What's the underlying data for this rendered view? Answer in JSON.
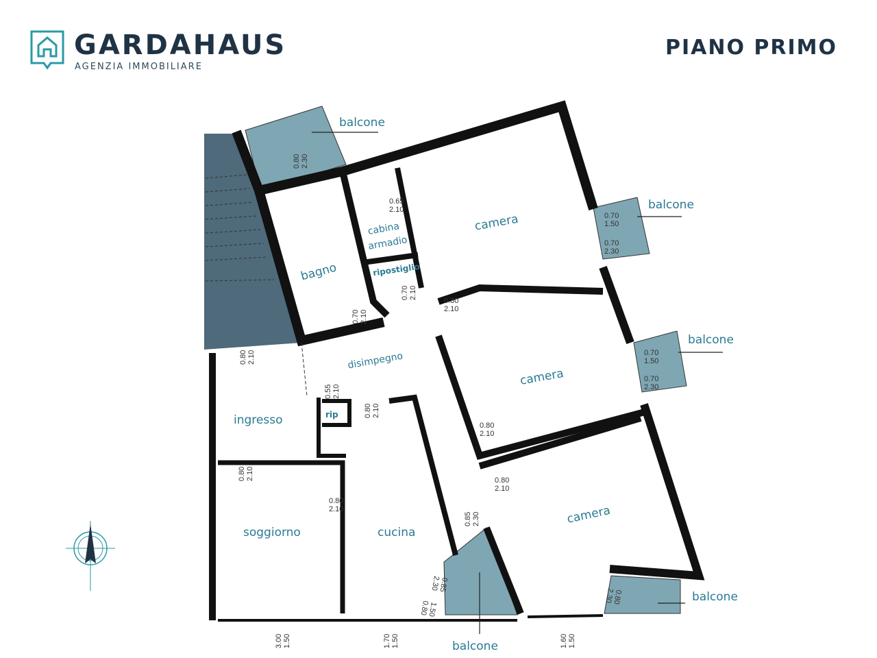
{
  "header": {
    "brand": "GARDAHAUS",
    "tagline": "AGENZIA IMMOBILIARE",
    "floor_title": "PIANO PRIMO"
  },
  "colors": {
    "brand_dark": "#1f3345",
    "accent": "#2a9aa6",
    "balcony": "#7fa6b3",
    "stairs": "#4f6a7a",
    "room_label": "#2a7a94"
  },
  "rooms": {
    "balcone": "balcone",
    "bagno": "bagno",
    "cabina": "cabina",
    "armadio": "armadio",
    "ripostiglio": "ripostiglio",
    "camera": "camera",
    "disimpegno": "disimpegno",
    "ingresso": "ingresso",
    "rip": "rip",
    "soggiorno": "soggiorno",
    "cucina": "cucina"
  },
  "dims": {
    "balc_top": [
      "0.80",
      "2.30"
    ],
    "cabina": [
      "0.65",
      "2.10"
    ],
    "ripost": [
      "0.70",
      "2.10"
    ],
    "bagno": [
      "0.70",
      "2.10"
    ],
    "cam1_door": [
      "0.80",
      "2.10"
    ],
    "cam1_w1": [
      "0.70",
      "1.50"
    ],
    "cam1_w2": [
      "0.70",
      "2.30"
    ],
    "cam2_w1": [
      "0.70",
      "1.50"
    ],
    "cam2_w2": [
      "0.70",
      "2.30"
    ],
    "cam2_door": [
      "0.80",
      "2.10"
    ],
    "cam3_door": [
      "0.80",
      "2.10"
    ],
    "ingresso": [
      "0.80",
      "2.10"
    ],
    "rip": [
      "0.55",
      "2.10"
    ],
    "cucina_door": [
      "0.80",
      "2.10"
    ],
    "soggiorno_door": [
      "0.80",
      "2.10"
    ],
    "sog_cuc": [
      "0.80",
      "2.10"
    ],
    "balc_kitchen": [
      "0.85",
      "2.30"
    ],
    "kitchen_w1": [
      "0.85",
      "2.30"
    ],
    "kitchen_w2": [
      "1.50",
      "0.80"
    ],
    "bottom1": [
      "3.00",
      "1.50"
    ],
    "bottom2": [
      "1.70",
      "1.50"
    ],
    "bottom3": [
      "1.60",
      "1.50"
    ],
    "balc_br": [
      "0.80",
      "2.30"
    ]
  },
  "icons": {
    "logo": "house-pin-icon",
    "compass": "north-arrow-icon"
  }
}
